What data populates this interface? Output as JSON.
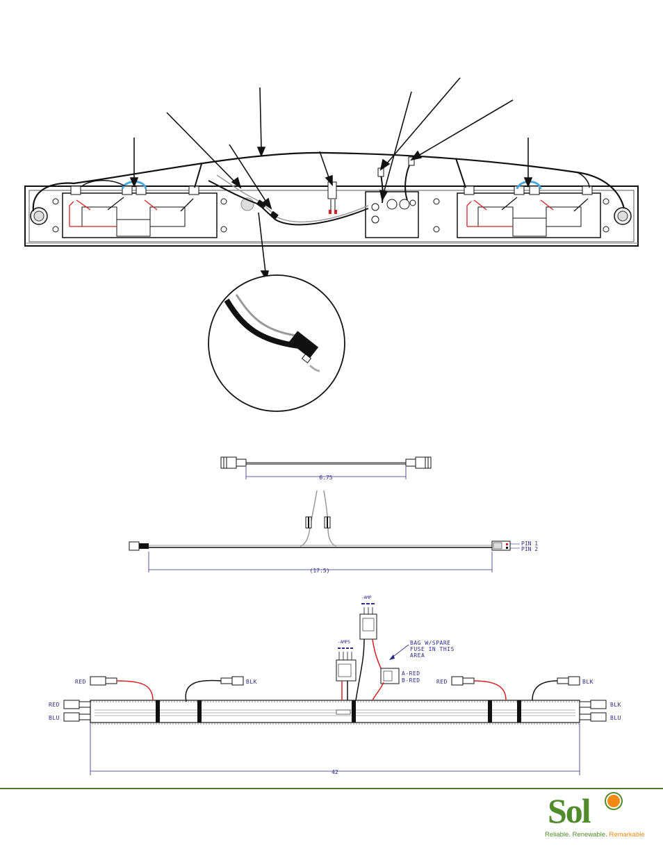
{
  "dimensions": {
    "short_cable_length": "6.75",
    "y_harness_length": "(17.5)",
    "main_harness_length": "42"
  },
  "pin_labels": {
    "pin1": "PIN 1",
    "pin2": "PIN 2"
  },
  "harness_labels": {
    "left_red": "RED",
    "left_blk_top": "BLK",
    "left_red_end": "RED",
    "left_blu_end": "BLU",
    "right_red": "RED",
    "right_blk_top": "BLK",
    "right_blk_end": "BLK",
    "right_blu_end": "BLU",
    "a_red": "A-RED",
    "b_red": "B-RED",
    "connector_top": "-AMP",
    "connector_left": "-AMPS",
    "fuse_note_line1": "BAG W/SPARE",
    "fuse_note_line2": "FUSE IN THIS",
    "fuse_note_line3": "AREA"
  },
  "logo": {
    "wordmark": "Sol",
    "tagline_1": "Reliable. Renewable. ",
    "tagline_2": "Remarkable"
  },
  "colors": {
    "wire_black": "#111111",
    "wire_red": "#d42020",
    "wire_blue": "#4aa8d8",
    "dimension_blue": "#2a2a8a",
    "brand_green": "#4f8a2b",
    "brand_orange": "#f08a14"
  }
}
